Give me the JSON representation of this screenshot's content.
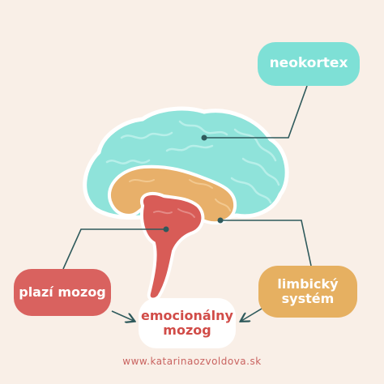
{
  "labels": {
    "neokortex": "neokortex",
    "plazi_mozog": "plazí mozog",
    "limbicky_system": "limbický\nsystém",
    "emocionalny_mozog": "emocionálny\nmozog"
  },
  "footer": {
    "url": "www.katarinaozvoldova.sk"
  },
  "colors": {
    "background": "#f9efe7",
    "neocortex": "#7ee0d6",
    "limbic": "#e6b061",
    "reptilian": "#d9625f",
    "connector": "#2f5a5c"
  }
}
